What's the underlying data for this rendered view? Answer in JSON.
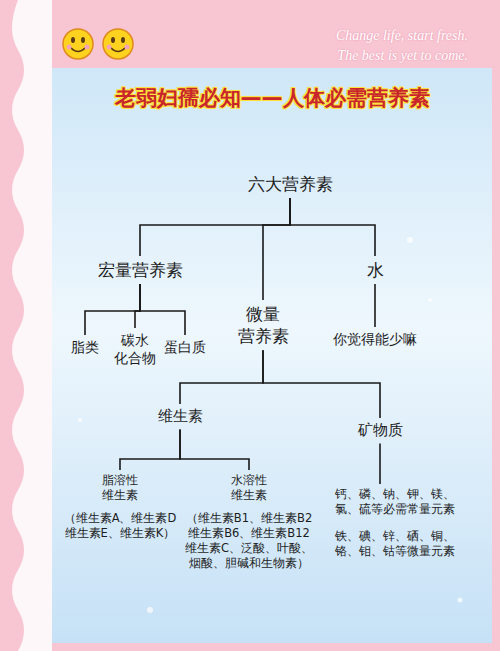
{
  "diagram": {
    "title": "老弱妇孺必知——人体必需营养素",
    "nodes": [
      {
        "text": [
          "六大营养素"
        ]
      },
      {
        "text": [
          "宏量营养素"
        ]
      },
      {
        "text": [
          "水"
        ]
      },
      {
        "text": [
          "脂类"
        ]
      },
      {
        "text": [
          "碳水 化合物"
        ]
      },
      {
        "text": [
          "蛋白质"
        ]
      },
      {
        "text": [
          "微量 营养素"
        ]
      },
      {
        "text": [
          "你觉得能少嘛"
        ]
      },
      {
        "text": [
          "维生素"
        ]
      },
      {
        "text": [
          "矿物质"
        ]
      },
      {
        "text": [
          "脂溶性 维生素",
          "（维生素A、维生素D 维生素E、维生素K）"
        ]
      },
      {
        "text": [
          "水溶性 维生素",
          "（维生素B1、维生素B2 维生素B6、维生素B12 维生素C、泛酸、叶酸、 烟酸、胆碱和生物素）"
        ]
      },
      {
        "text": [
          "钙、磷、钠、钾、镁、 氯、硫等必需常量元素",
          "铁、碘、锌、硒、铜、 铬、钼、钴等微量元素"
        ]
      }
    ],
    "edges": [
      {
        "from": 0,
        "to": 1,
        "arrow": "none"
      },
      {
        "from": 0,
        "to": 6,
        "arrow": "none"
      },
      {
        "from": 0,
        "to": 2,
        "arrow": "none"
      },
      {
        "from": 1,
        "to": 3,
        "arrow": "none"
      },
      {
        "from": 1,
        "to": 4,
        "arrow": "none"
      },
      {
        "from": 1,
        "to": 5,
        "arrow": "none"
      },
      {
        "from": 2,
        "to": 7,
        "arrow": "none"
      },
      {
        "from": 6,
        "to": 8,
        "arrow": "none"
      },
      {
        "from": 6,
        "to": 9,
        "arrow": "none"
      },
      {
        "from": 8,
        "to": 10,
        "arrow": "none"
      },
      {
        "from": 8,
        "to": 11,
        "arrow": "none"
      },
      {
        "from": 9,
        "to": 12,
        "arrow": "none"
      }
    ],
    "labels": [
      "Change life, start fresh.",
      "The best is yet to come."
    ]
  }
}
